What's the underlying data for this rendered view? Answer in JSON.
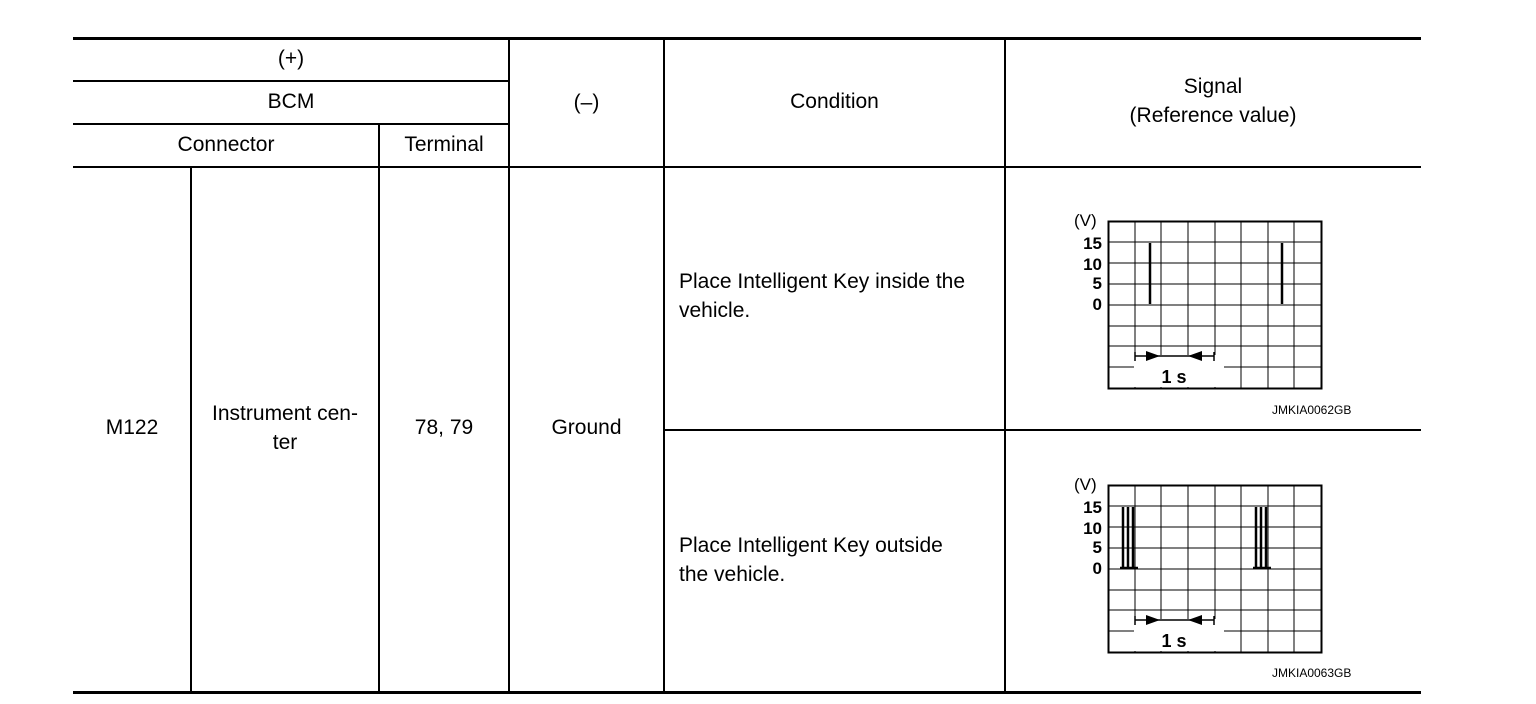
{
  "header": {
    "plus": "(+)",
    "unit": "BCM",
    "connector": "Connector",
    "terminal": "Terminal",
    "minus": "(–)",
    "condition": "Condition",
    "signal_line1": "Signal",
    "signal_line2": "(Reference value)"
  },
  "row": {
    "connector_no": "M122",
    "connector_name_1": "Instrument cen-",
    "connector_name_2": "ter",
    "terminal": "78, 79",
    "ground": "Ground"
  },
  "conditions": [
    {
      "text_line1": "Place Intelligent Key inside the",
      "text_line2": "vehicle.",
      "scope": {
        "unit_label": "(V)",
        "y_labels": [
          "15",
          "10",
          "5",
          "0"
        ],
        "time_label": "1 s",
        "pulse_groups": 1,
        "code": "JMKIA0062GB"
      }
    },
    {
      "text_line1": "Place Intelligent Key outside",
      "text_line2": "the vehicle.",
      "scope": {
        "unit_label": "(V)",
        "y_labels": [
          "15",
          "10",
          "5",
          "0"
        ],
        "time_label": "1 s",
        "pulse_groups": 3,
        "code": "JMKIA0063GB"
      }
    }
  ]
}
